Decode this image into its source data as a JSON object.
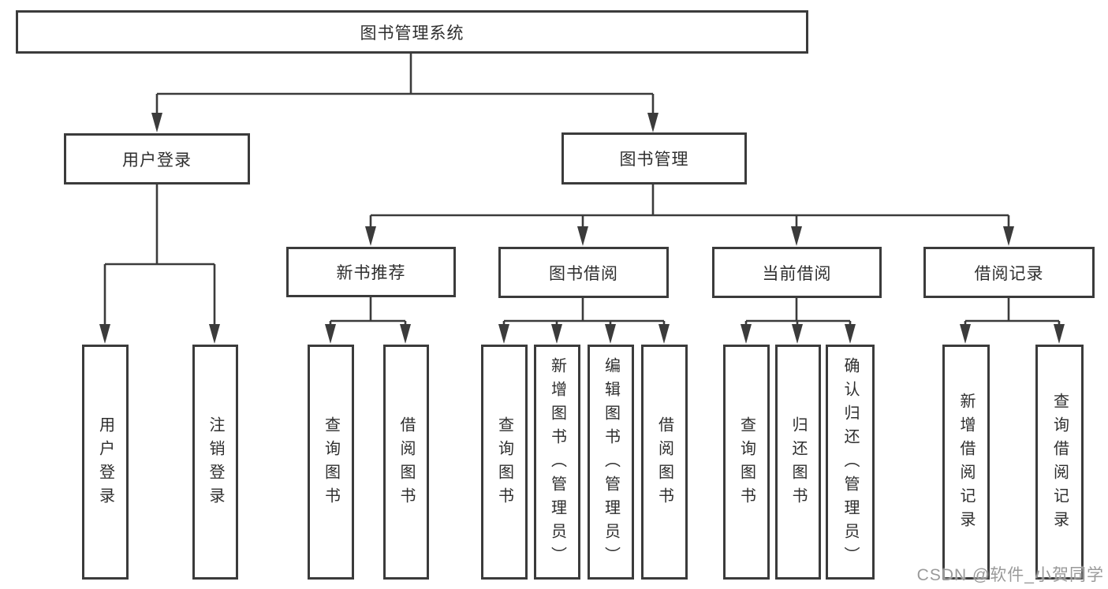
{
  "tree": {
    "root": {
      "label": "图书管理系统"
    },
    "branches": [
      {
        "label": "用户登录",
        "children": [
          {
            "label": "用户登录"
          },
          {
            "label": "注销登录"
          }
        ]
      },
      {
        "label": "图书管理",
        "children": [
          {
            "label": "新书推荐",
            "children": [
              {
                "label": "查询图书"
              },
              {
                "label": "借阅图书"
              }
            ]
          },
          {
            "label": "图书借阅",
            "children": [
              {
                "label": "查询图书"
              },
              {
                "label": "新增图书（管理员）"
              },
              {
                "label": "编辑图书（管理员）"
              },
              {
                "label": "借阅图书"
              }
            ]
          },
          {
            "label": "当前借阅",
            "children": [
              {
                "label": "查询图书"
              },
              {
                "label": "归还图书"
              },
              {
                "label": "确认归还（管理员）"
              }
            ]
          },
          {
            "label": "借阅记录",
            "children": [
              {
                "label": "新增借阅记录"
              },
              {
                "label": "查询借阅记录"
              }
            ]
          }
        ]
      }
    ]
  },
  "watermark": {
    "text": "CSDN @软件_小贺同学"
  },
  "colors": {
    "line": "#3b3b3b",
    "text": "#2e2e2e",
    "background": "#ffffff",
    "watermark": "#9a9a9a"
  }
}
